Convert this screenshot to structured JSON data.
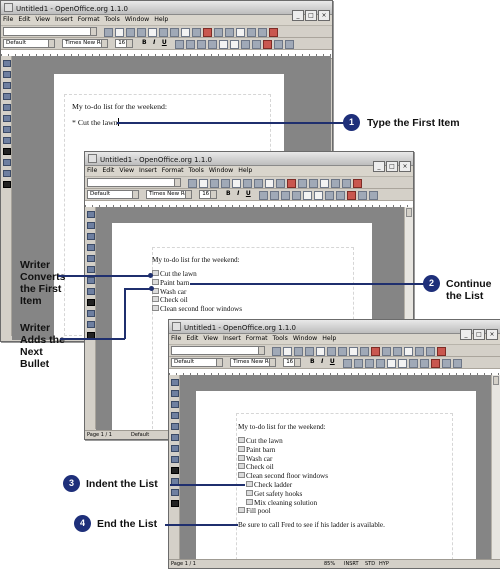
{
  "app": {
    "window_title": "Untitled1 - OpenOffice.org 1.1.0",
    "menu_items": [
      "File",
      "Edit",
      "View",
      "Insert",
      "Format",
      "Tools",
      "Window",
      "Help"
    ],
    "style_value": "Default",
    "font_value": "Times New Roman",
    "size_value": "16",
    "status_page": "Page 1 / 1",
    "status_style": "Default",
    "status_zoom": "85%",
    "status_insrt": "INSRT",
    "status_std": "STD",
    "status_hyp": "HYP"
  },
  "doc": {
    "heading": "My to-do list for the weekend:",
    "first_item": "* Cut the lawn",
    "items": [
      "Cut the lawn",
      "Paint barn",
      "Wash car",
      "Check oil",
      "Clean second floor windows"
    ],
    "sub_items": [
      "Check ladder",
      "Get safety hooks",
      "Mix cleaning solution"
    ],
    "after_item": "Fill pool",
    "closing_line": "Be sure to call Fred to see if his ladder is available."
  },
  "callouts": {
    "c1": {
      "num": "1",
      "text": "Type the First Item"
    },
    "c2": {
      "num": "2",
      "text1": "Continue",
      "text2": "the List"
    },
    "c3": {
      "num": "3",
      "text": "Indent the List"
    },
    "c4": {
      "num": "4",
      "text": "End the List"
    },
    "writer_converts": {
      "l1": "Writer",
      "l2": "Converts",
      "l3": "the First",
      "l4": "Item"
    },
    "writer_adds": {
      "l1": "Writer",
      "l2": "Adds the",
      "l3": "Next",
      "l4": "Bullet"
    }
  }
}
